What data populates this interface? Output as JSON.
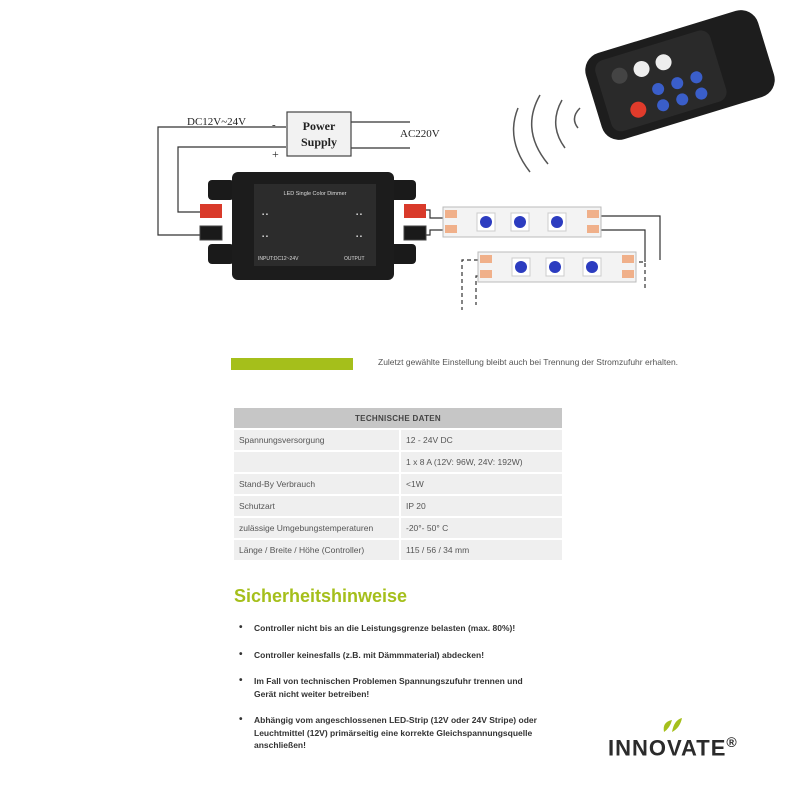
{
  "diagram": {
    "dc_label": "DC12V~24V",
    "power_supply_line1": "Power",
    "power_supply_line2": "Supply",
    "ac_label": "AC220V",
    "minus_sign": "-",
    "plus_sign": "+",
    "controller_title": "LED Single Color Dimmer",
    "controller_input_label": "INPUT:DC12~24V",
    "controller_output_label": "OUTPUT"
  },
  "note": {
    "text": "Zuletzt gewählte Einstellung bleibt auch bei Trennung der Stromzufuhr erhalten."
  },
  "spec_table": {
    "header": "TECHNISCHE DATEN",
    "rows": [
      {
        "label": "Spannungsversorgung",
        "value": "12 - 24V DC"
      },
      {
        "label": "",
        "value": "1 x 8 A    (12V: 96W, 24V: 192W)"
      },
      {
        "label": "Stand-By Verbrauch",
        "value": "<1W"
      },
      {
        "label": "Schutzart",
        "value": "IP 20"
      },
      {
        "label": "zulässige Umgebungstemperaturen",
        "value": "-20°- 50° C"
      },
      {
        "label": "Länge / Breite / Höhe (Controller)",
        "value": "115 / 56 / 34 mm"
      }
    ]
  },
  "safety": {
    "title": "Sicherheitshinweise",
    "items": [
      "Controller nicht bis an die Leistungsgrenze belasten (max. 80%)!",
      "Controller keinesfalls (z.B. mit Dämmmaterial) abdecken!",
      "Im Fall von technischen Problemen Spannungszufuhr trennen und Gerät nicht weiter betreiben!",
      "Abhängig vom angeschlossenen LED-Strip (12V oder 24V Stripe) oder Leuchtmittel (12V) primärseitig eine korrekte Gleichspannungsquelle anschließen!"
    ]
  },
  "brand": {
    "logo_text": "INNOVATE",
    "registered_mark": "®"
  },
  "colors": {
    "accent_green": "#a5bf1b",
    "table_header_bg": "#c6c6c6",
    "table_cell_bg": "#efefef",
    "led_blue": "#2c3cc0",
    "connector_red": "#d93a2a"
  }
}
